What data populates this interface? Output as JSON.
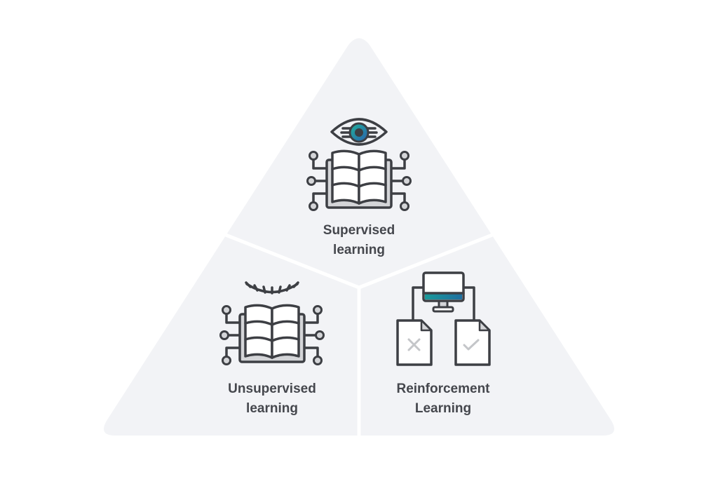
{
  "title": "Types of machine learning",
  "sections": {
    "supervised": {
      "line1": "Supervised",
      "line2": "learning",
      "icon": "eye-book-icon"
    },
    "unsupervised": {
      "line1": "Unsupervised",
      "line2": "learning",
      "icon": "closed-eye-book-icon"
    },
    "reinforcement": {
      "line1": "Reinforcement",
      "line2": "Learning",
      "icon": "monitor-documents-icon"
    }
  },
  "colors": {
    "background": "#f2f3f6",
    "stroke": "#3d3f44",
    "accent_teal": "#1a9a9a",
    "accent_blue": "#2f5fa8",
    "gray_fill": "#d4d5d8"
  }
}
